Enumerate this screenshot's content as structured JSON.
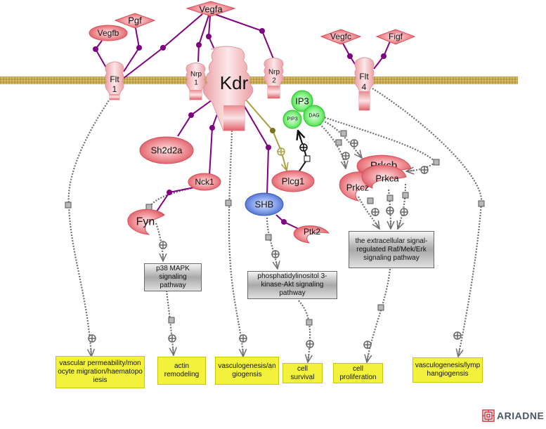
{
  "colors": {
    "membrane": "#c8aa55",
    "protein_fill": "#e8737a",
    "protein_light": "#fbe0e2",
    "binding_line": "#800080",
    "regulation_line": "#a8a040",
    "small_molecule": "#44dd44",
    "shb_fill": "#4a6fd0",
    "dotted_line": "#707070",
    "pathway_fill": "#b0b0b0",
    "process_fill": "#f2f23c"
  },
  "ligands": [
    {
      "id": "vegfa",
      "label": "Vegfa",
      "shape": "diamond"
    },
    {
      "id": "pgf",
      "label": "Pgf",
      "shape": "diamond"
    },
    {
      "id": "vegfb",
      "label": "Vegfb",
      "shape": "ellipse"
    },
    {
      "id": "vegfc",
      "label": "Vegfc",
      "shape": "diamond"
    },
    {
      "id": "figf",
      "label": "Figf",
      "shape": "diamond"
    }
  ],
  "receptors": [
    {
      "id": "flt1",
      "label_line1": "Flt",
      "label_line2": "1"
    },
    {
      "id": "nrp1",
      "label_line1": "Nrp",
      "label_line2": "1"
    },
    {
      "id": "kdr",
      "label_line1": "Kdr",
      "label_line2": ""
    },
    {
      "id": "nrp2",
      "label_line1": "Nrp",
      "label_line2": "2"
    },
    {
      "id": "flt4",
      "label_line1": "Flt",
      "label_line2": "4"
    }
  ],
  "proteins": [
    {
      "id": "sh2d2a",
      "label": "Sh2d2a"
    },
    {
      "id": "nck1",
      "label": "Nck1"
    },
    {
      "id": "fyn",
      "label": "Fyn"
    },
    {
      "id": "plcg1",
      "label": "Plcg1"
    },
    {
      "id": "shb",
      "label": "SHB"
    },
    {
      "id": "ptk2",
      "label": "Ptk2"
    },
    {
      "id": "prkcb",
      "label": "Prkcb"
    },
    {
      "id": "prkca",
      "label": "Prkca"
    },
    {
      "id": "prkcz",
      "label": "Prkcz"
    }
  ],
  "small_molecules": [
    {
      "id": "ip3",
      "label": "IP3"
    },
    {
      "id": "pip3",
      "label": "PIP3"
    },
    {
      "id": "dag",
      "label": "DAG"
    }
  ],
  "pathways": [
    {
      "id": "p38",
      "label": "p38 MAPK signaling pathway"
    },
    {
      "id": "pi3k",
      "label": "phosphatidylinositol 3-kinase-Akt signaling pathway"
    },
    {
      "id": "erk",
      "label": "the extracellular signal-regulated Raf/Mek/Erk signaling pathway"
    }
  ],
  "processes": [
    {
      "id": "vascular",
      "label": "vascular permeability/monocyte migration/haematopoiesis"
    },
    {
      "id": "actin",
      "label": "actin remodeling"
    },
    {
      "id": "vasculo_angio",
      "label": "vasculogenesis/angiogensis"
    },
    {
      "id": "survival",
      "label": "cell survival"
    },
    {
      "id": "proliferation",
      "label": "cell proliferation"
    },
    {
      "id": "vasculo_lymph",
      "label": "vasculogenesis/lymphangiogensis"
    }
  ],
  "logo": {
    "text": "ARIADNE"
  }
}
